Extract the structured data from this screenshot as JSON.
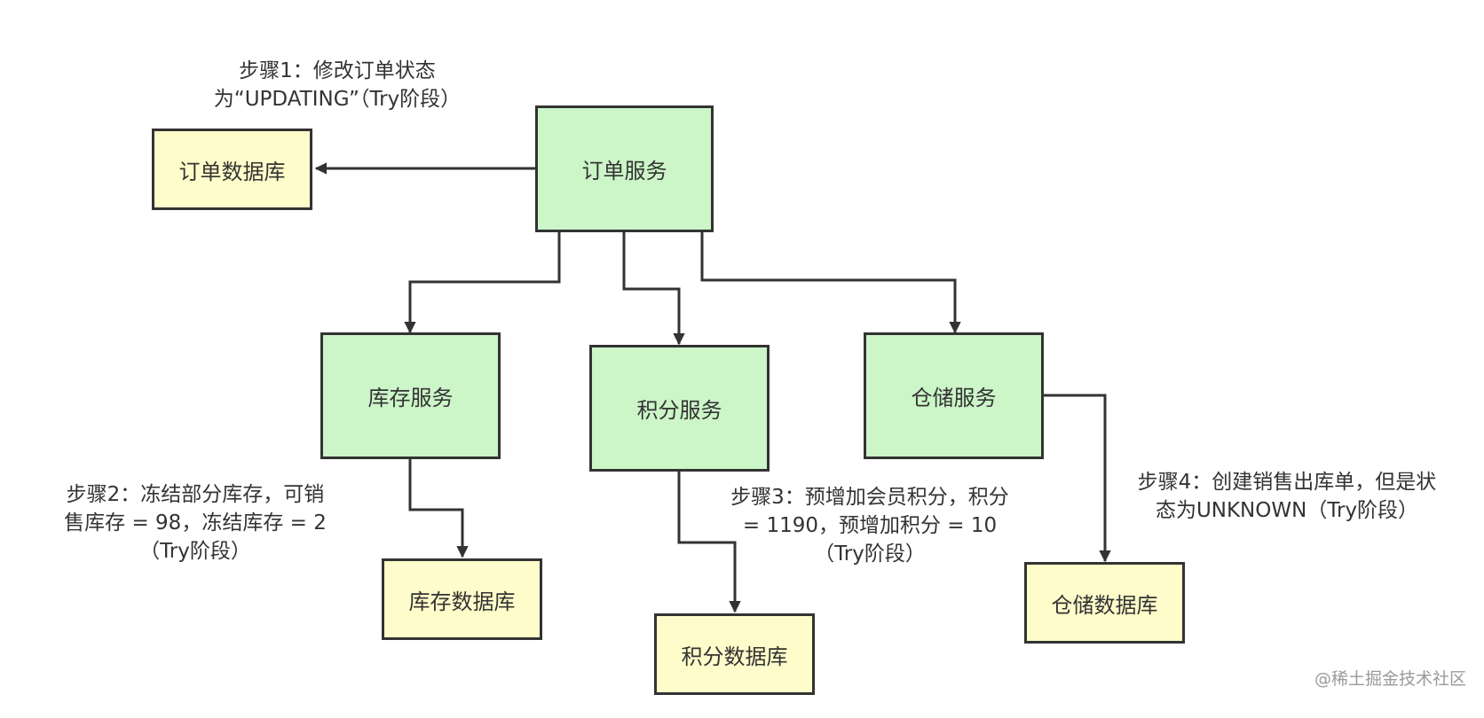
{
  "diagram": {
    "services": {
      "order": "订单服务",
      "inventory": "库存服务",
      "points": "积分服务",
      "warehouse": "仓储服务"
    },
    "databases": {
      "order": "订单数据库",
      "inventory": "库存数据库",
      "points": "积分数据库",
      "warehouse": "仓储数据库"
    },
    "notes": {
      "step1": [
        "步骤1：修改订单状态",
        "为“UPDATING”（Try阶段）"
      ],
      "step2": [
        "步骤2：冻结部分库存，可销",
        "售库存 = 98，冻结库存 = 2",
        "（Try阶段）"
      ],
      "step3": [
        "步骤3：预增加会员积分，积分",
        "= 1190，预增加积分 = 10",
        "（Try阶段）"
      ],
      "step4": [
        "步骤4：创建销售出库单，但是状",
        "态为UNKNOWN（Try阶段）"
      ]
    },
    "colors": {
      "service_fill": "#ccf5c8",
      "db_fill": "#fdfcca",
      "stroke": "#333333"
    }
  },
  "watermark": "@稀土掘金技术社区"
}
